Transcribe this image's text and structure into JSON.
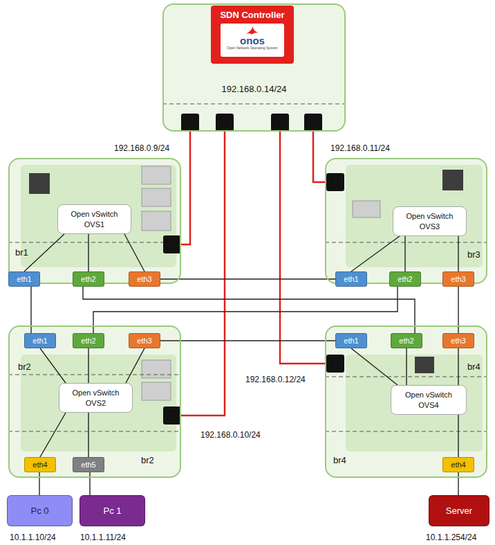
{
  "diagram": {
    "nodes": [
      {
        "text": [
          "192.168.0.14/24"
        ]
      },
      {
        "text": [
          "SDN Controller",
          "onos",
          "Open Network Operating System"
        ],
        "in": 0
      },
      {
        "text": [
          "br1"
        ]
      },
      {
        "text": [
          "Open vSwitch",
          "OVS1"
        ],
        "in": 2
      },
      {
        "text": [
          "eth1"
        ],
        "in": 2
      },
      {
        "text": [
          "eth2"
        ],
        "in": 2
      },
      {
        "text": [
          "eth3"
        ],
        "in": 2
      },
      {
        "text": [
          "br3"
        ]
      },
      {
        "text": [
          "Open vSwitch",
          "OVS3"
        ],
        "in": 7
      },
      {
        "text": [
          "eth1"
        ],
        "in": 7
      },
      {
        "text": [
          "eth2"
        ],
        "in": 7
      },
      {
        "text": [
          "eth3"
        ],
        "in": 7
      },
      {
        "text": [
          "br2",
          "br2"
        ]
      },
      {
        "text": [
          "Open vSwitch",
          "OVS2"
        ],
        "in": 12
      },
      {
        "text": [
          "eth1"
        ],
        "in": 12
      },
      {
        "text": [
          "eth2"
        ],
        "in": 12
      },
      {
        "text": [
          "eth3"
        ],
        "in": 12
      },
      {
        "text": [
          "eth4"
        ],
        "in": 12
      },
      {
        "text": [
          "eth5"
        ],
        "in": 12
      },
      {
        "text": [
          "br4",
          "br4"
        ]
      },
      {
        "text": [
          "Open vSwitch",
          "OVS4"
        ],
        "in": 19
      },
      {
        "text": [
          "eth1"
        ],
        "in": 19
      },
      {
        "text": [
          "eth2"
        ],
        "in": 19
      },
      {
        "text": [
          "eth3"
        ],
        "in": 19
      },
      {
        "text": [
          "eth4"
        ],
        "in": 19
      },
      {
        "text": [
          "Pc 0"
        ]
      },
      {
        "text": [
          "Pc 1"
        ]
      },
      {
        "text": [
          "Server"
        ]
      }
    ],
    "edges": [
      {
        "from": 0,
        "to": 2,
        "arrow": "none"
      },
      {
        "from": 0,
        "to": 12,
        "arrow": "none"
      },
      {
        "from": 0,
        "to": 19,
        "arrow": "none"
      },
      {
        "from": 0,
        "to": 7,
        "arrow": "none"
      },
      {
        "from": 4,
        "to": 14,
        "arrow": "none"
      },
      {
        "from": 5,
        "to": 22,
        "arrow": "none"
      },
      {
        "from": 6,
        "to": 9,
        "arrow": "none"
      },
      {
        "from": 10,
        "to": 15,
        "arrow": "none"
      },
      {
        "from": 11,
        "to": 23,
        "arrow": "none"
      },
      {
        "from": 16,
        "to": 21,
        "arrow": "none"
      },
      {
        "from": 17,
        "to": 25,
        "arrow": "none"
      },
      {
        "from": 18,
        "to": 26,
        "arrow": "none"
      },
      {
        "from": 24,
        "to": 27,
        "arrow": "none"
      },
      {
        "from": 4,
        "to": 3,
        "arrow": "none"
      },
      {
        "from": 5,
        "to": 3,
        "arrow": "none"
      },
      {
        "from": 6,
        "to": 3,
        "arrow": "none"
      },
      {
        "from": 9,
        "to": 8,
        "arrow": "none"
      },
      {
        "from": 10,
        "to": 8,
        "arrow": "none"
      },
      {
        "from": 11,
        "to": 8,
        "arrow": "none"
      },
      {
        "from": 14,
        "to": 13,
        "arrow": "none"
      },
      {
        "from": 15,
        "to": 13,
        "arrow": "none"
      },
      {
        "from": 16,
        "to": 13,
        "arrow": "none"
      },
      {
        "from": 17,
        "to": 13,
        "arrow": "none"
      },
      {
        "from": 18,
        "to": 13,
        "arrow": "none"
      },
      {
        "from": 21,
        "to": 20,
        "arrow": "none"
      },
      {
        "from": 22,
        "to": 20,
        "arrow": "none"
      },
      {
        "from": 23,
        "to": 20,
        "arrow": "none"
      },
      {
        "from": 24,
        "to": 20,
        "arrow": "none"
      }
    ],
    "labels": [
      "192.168.0.9/24",
      "192.168.0.11/24",
      "192.168.0.12/24",
      "192.168.0.10/24",
      "10.1.1.10/24",
      "10.1.1.11/24",
      "10.1.1.254/24"
    ]
  }
}
